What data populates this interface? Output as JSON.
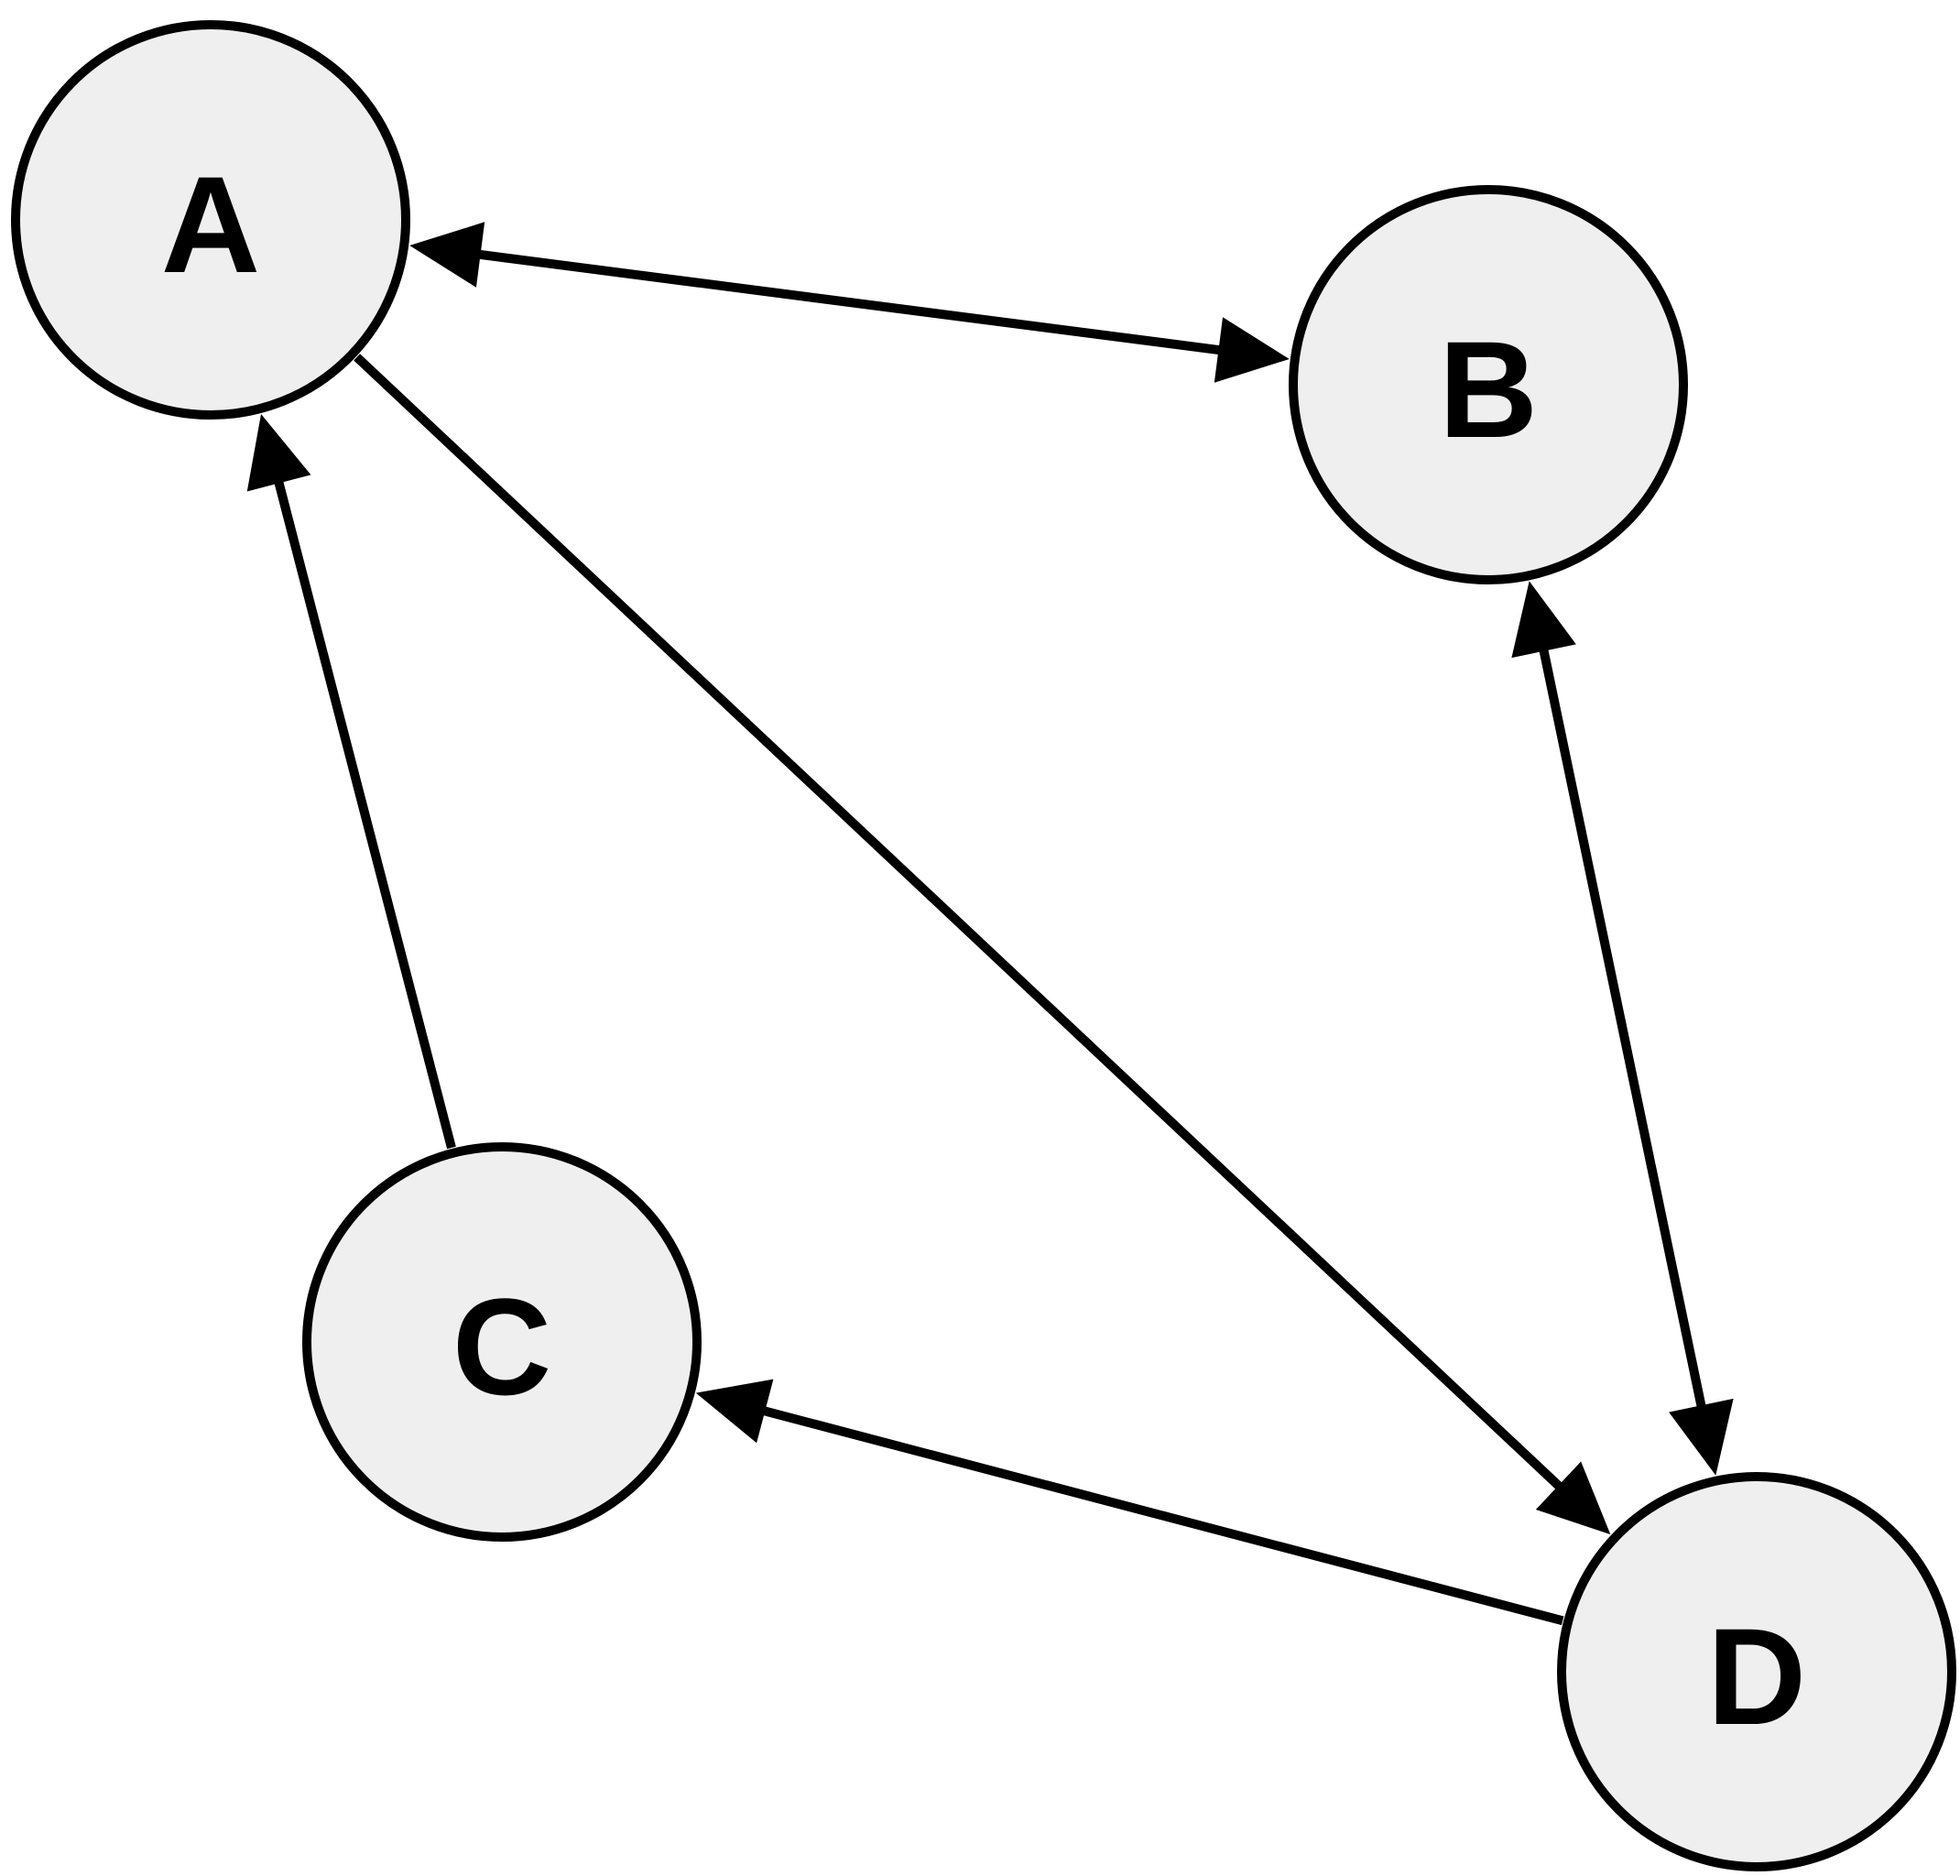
{
  "diagram": {
    "colors": {
      "node_fill": "#efefef",
      "stroke": "#000000",
      "background": "#ffffff"
    },
    "nodes": [
      {
        "id": "A",
        "label": "A"
      },
      {
        "id": "B",
        "label": "B"
      },
      {
        "id": "C",
        "label": "C"
      },
      {
        "id": "D",
        "label": "D"
      }
    ],
    "edges": [
      {
        "from": "A",
        "to": "B",
        "bidirectional": true
      },
      {
        "from": "A",
        "to": "D",
        "bidirectional": false
      },
      {
        "from": "C",
        "to": "A",
        "bidirectional": false
      },
      {
        "from": "B",
        "to": "D",
        "bidirectional": true
      },
      {
        "from": "D",
        "to": "C",
        "bidirectional": false
      }
    ]
  }
}
